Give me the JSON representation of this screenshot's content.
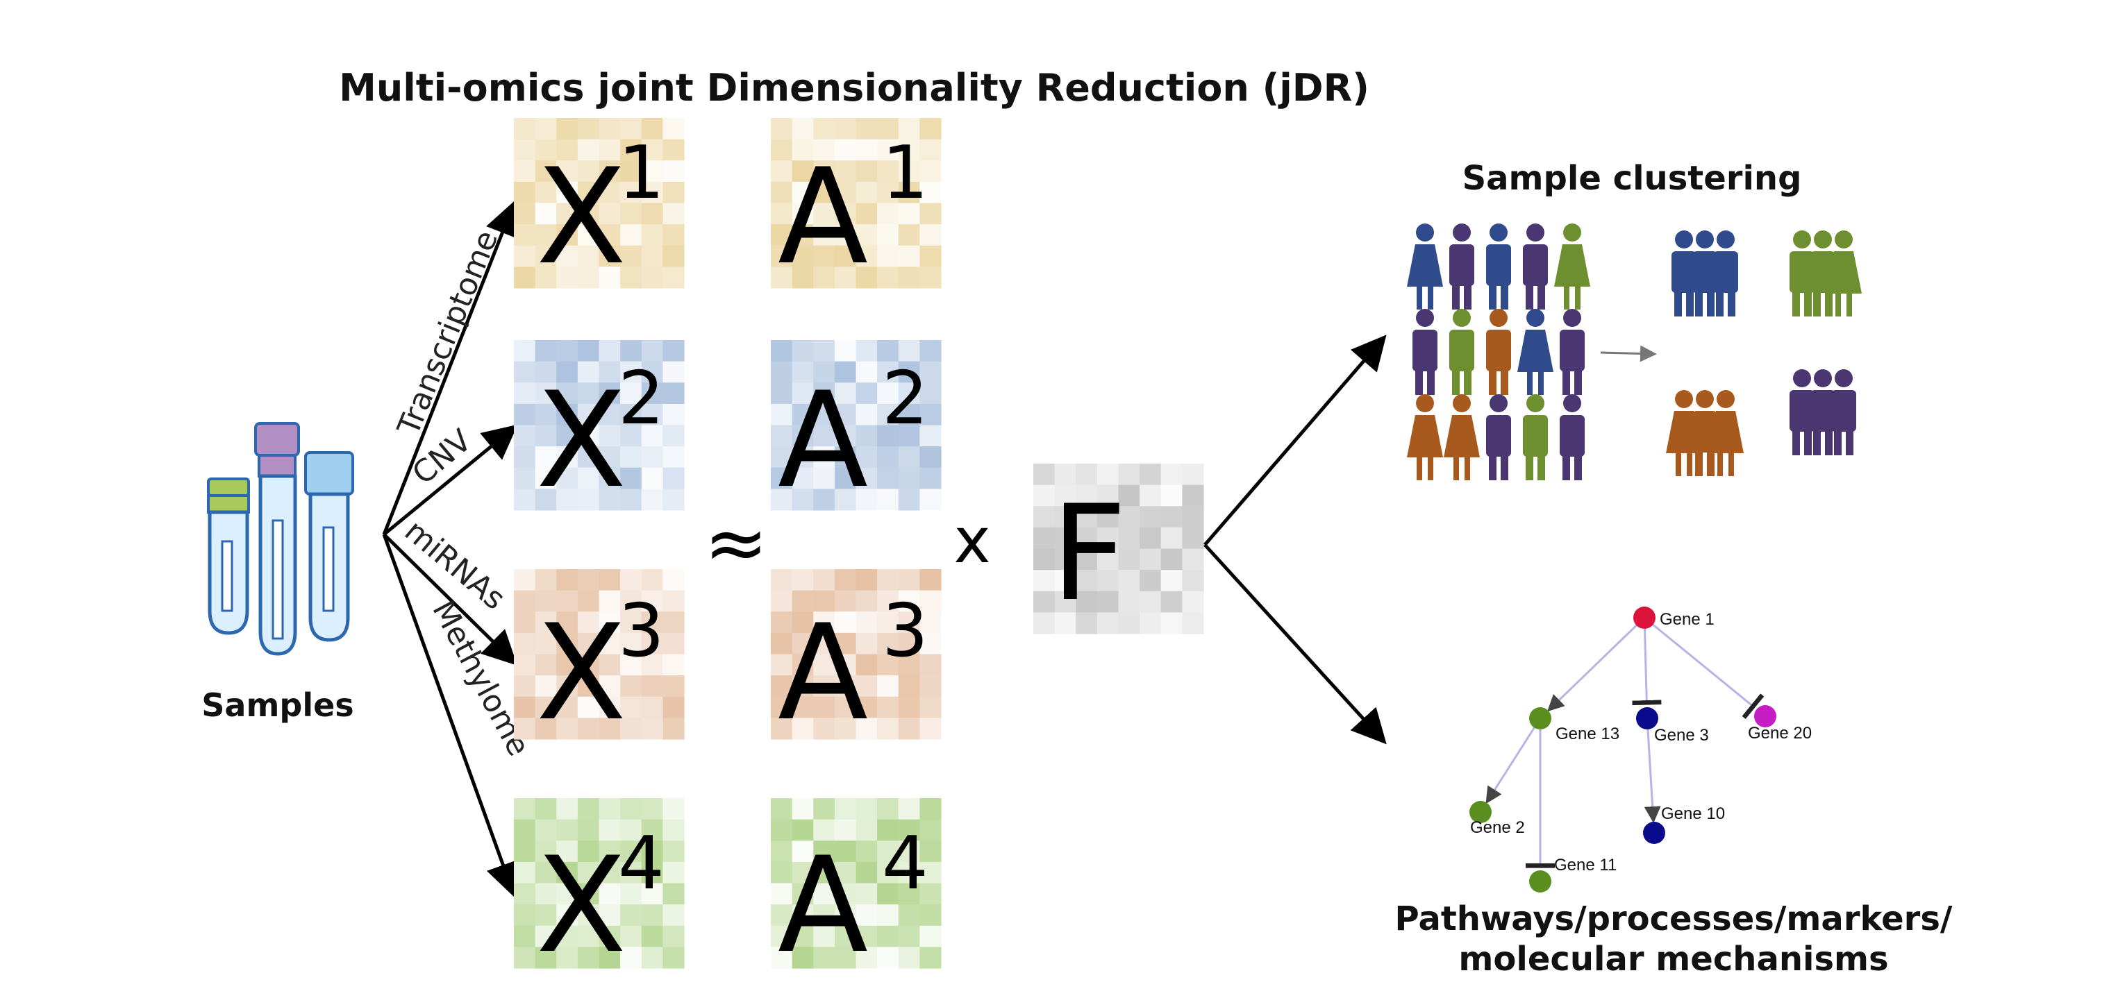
{
  "title": "Multi-omics joint Dimensionality Reduction (jDR)",
  "samples_label": "Samples",
  "omics": [
    {
      "label": "Transcriptome",
      "matrix_x": "X",
      "matrix_a": "A",
      "index": "1",
      "color": "#e8cf92"
    },
    {
      "label": "CNV",
      "matrix_x": "X",
      "matrix_a": "A",
      "index": "2",
      "color": "#9fb8d9"
    },
    {
      "label": "miRNAs",
      "matrix_x": "X",
      "matrix_a": "A",
      "index": "3",
      "color": "#e2b796"
    },
    {
      "label": "Methylome",
      "matrix_x": "X",
      "matrix_a": "A",
      "index": "4",
      "color": "#a7cf7e"
    }
  ],
  "approx_symbol": "≈",
  "times_symbol": "x",
  "factor_matrix": {
    "label": "F",
    "color": "#b9b9b9"
  },
  "clustering": {
    "title": "Sample clustering",
    "colors": {
      "blue": "#2f4b8c",
      "purple": "#4a3670",
      "green": "#6e8f2f",
      "orange": "#a85a1e"
    }
  },
  "network": {
    "title_line1": "Pathways/processes/markers/",
    "title_line2": "molecular mechanisms",
    "edge_color": "#b7b3e6",
    "genes": [
      {
        "id": "g1",
        "label": "Gene 1",
        "color": "#dc143c"
      },
      {
        "id": "g13",
        "label": "Gene 13",
        "color": "#5a8f1f"
      },
      {
        "id": "g3",
        "label": "Gene 3",
        "color": "#0a0a8c"
      },
      {
        "id": "g20",
        "label": "Gene 20",
        "color": "#c41ec4"
      },
      {
        "id": "g2",
        "label": "Gene 2",
        "color": "#5a8f1f"
      },
      {
        "id": "g10",
        "label": "Gene 10",
        "color": "#0a0a8c"
      },
      {
        "id": "g11",
        "label": "Gene 11",
        "color": "#5a8f1f"
      }
    ]
  },
  "icons": [
    "test-tubes-icon",
    "people-icon",
    "arrow-icon"
  ]
}
